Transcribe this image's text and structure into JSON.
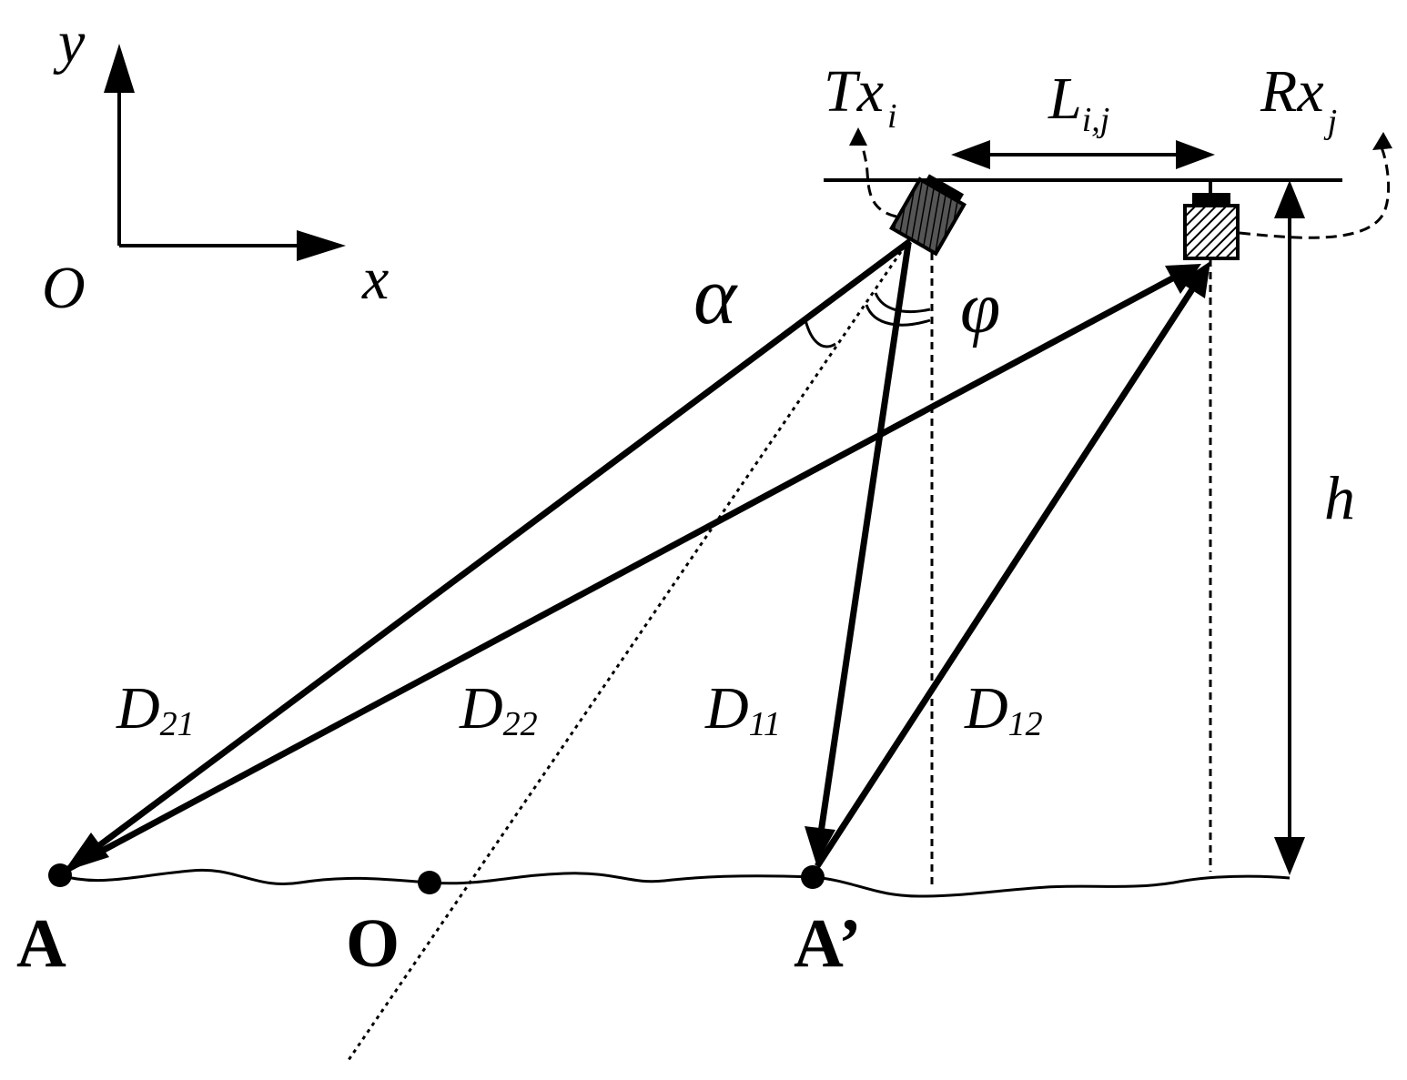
{
  "axes": {
    "x_label": "x",
    "y_label": "y",
    "origin_label": "O"
  },
  "transmitter": {
    "label": "Tx",
    "sub": "i"
  },
  "receiver": {
    "label": "Rx",
    "sub": "j"
  },
  "separation": {
    "label": "L",
    "sub": "i,j"
  },
  "height": {
    "label": "h"
  },
  "angles": {
    "alpha": "α",
    "phi": "φ"
  },
  "distances": {
    "d21": {
      "label": "D",
      "sub": "21"
    },
    "d22": {
      "label": "D",
      "sub": "22"
    },
    "d11": {
      "label": "D",
      "sub": "11"
    },
    "d12": {
      "label": "D",
      "sub": "12"
    }
  },
  "points": {
    "A": "A",
    "O": "O",
    "A_prime": "A’"
  }
}
